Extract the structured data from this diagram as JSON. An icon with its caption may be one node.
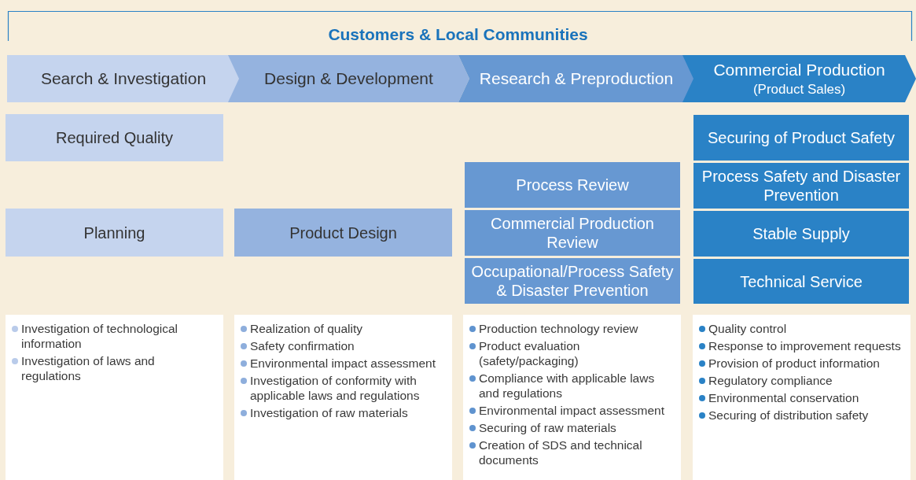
{
  "diagram": {
    "title": "Customers & Local Communities",
    "nodes": [
      {
        "text": [
          "Search & Investigation"
        ]
      },
      {
        "text": [
          "Design & Development"
        ]
      },
      {
        "text": [
          "Research & Preproduction"
        ]
      },
      {
        "text": [
          "Commercial Production",
          "(Product Sales)"
        ]
      },
      {
        "text": [
          "Required Quality"
        ]
      },
      {
        "text": [
          "Planning"
        ]
      },
      {
        "text": [
          "Investigation of technological information",
          "Investigation of laws and regulations"
        ]
      },
      {
        "text": [
          "Product Design"
        ]
      },
      {
        "text": [
          "Realization of quality",
          "Safety confirmation",
          "Environmental impact assessment",
          "Investigation of conformity with applicable laws and regulations",
          "Investigation of raw materials"
        ]
      },
      {
        "text": [
          "Process Review"
        ]
      },
      {
        "text": [
          "Commercial Production Review"
        ]
      },
      {
        "text": [
          "Occupational/Process Safety & Disaster Prevention"
        ]
      },
      {
        "text": [
          "Production technology review",
          "Product evaluation (safety/packaging)",
          "Compliance with applicable laws and regulations",
          "Environmental impact assessment",
          "Securing of raw materials",
          "Creation of SDS and technical documents"
        ]
      },
      {
        "text": [
          "Securing of Product Safety"
        ]
      },
      {
        "text": [
          "Process Safety and Disaster Prevention"
        ]
      },
      {
        "text": [
          "Stable Supply"
        ]
      },
      {
        "text": [
          "Technical Service"
        ]
      },
      {
        "text": [
          "Quality control",
          "Response to improvement requests",
          "Provision of product information",
          "Regulatory compliance",
          "Environmental conservation",
          "Securing of distribution safety"
        ]
      }
    ],
    "edges": []
  }
}
